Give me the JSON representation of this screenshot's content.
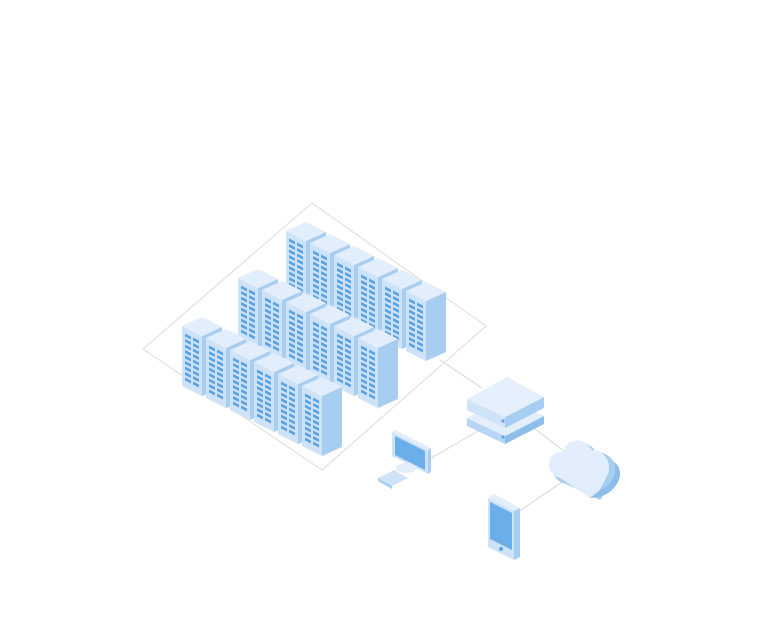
{
  "illustration": {
    "racks": {
      "row_lengths": [
        6,
        6,
        6
      ],
      "colors": {
        "top": "#e2eefb",
        "left": "#cfe3f8",
        "right": "#a7cdf1",
        "slot": "#5aa3e6",
        "outline": "#ffffff"
      }
    },
    "devices": [
      "network-switch",
      "desktop-computer",
      "smartphone",
      "cloud"
    ],
    "connection_lines": 4,
    "accent": "#5aa3e6",
    "line_color": "#d3d3d3"
  }
}
